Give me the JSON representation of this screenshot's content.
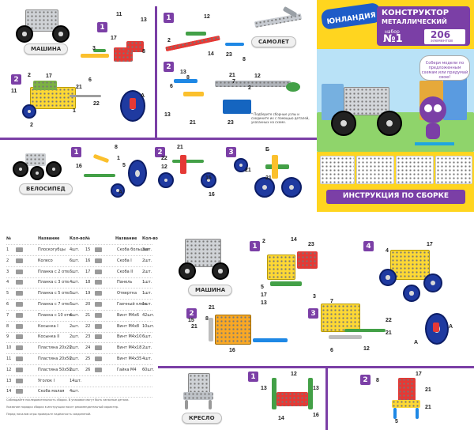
{
  "top_left": {
    "step_numbers": [
      "1",
      "2",
      "1",
      "2",
      "3"
    ],
    "model_car_label": "МАШИНА",
    "model_plane_label": "САМОЛЕТ",
    "model_bike_label": "ВЕЛОСИПЕД",
    "callouts_car": [
      "11",
      "17",
      "13",
      "8",
      "3",
      "2",
      "17",
      "11",
      "22",
      "21",
      "2",
      "6",
      "1",
      "А"
    ],
    "callouts_plane": [
      "12",
      "2",
      "14",
      "23",
      "8",
      "13",
      "21",
      "7",
      "12",
      "6",
      "8",
      "21",
      "13",
      "23",
      "2"
    ],
    "callouts_bike": [
      "8",
      "1",
      "16",
      "5",
      "21",
      "22",
      "12",
      "15",
      "21",
      "21",
      "Б",
      "16",
      "А"
    ],
    "note_text": "* Подберите сборные узлы и соедините их с помощью деталей, указанных на схеме."
  },
  "cover": {
    "brand": "ЮНЛАНДИЯ",
    "title_line1": "КОНСТРУКТОР",
    "title_line2": "МЕТАЛЛИЧЕСКИЙ",
    "set_label": "набор",
    "set_number": "№1",
    "count": "206",
    "count_label": "элементов",
    "speech": "Собери модели по предложенным схемам или придумай свою!",
    "banner": "ИНСТРУКЦИЯ ПО СБОРКЕ"
  },
  "parts_table": {
    "headers": [
      "№",
      "Название",
      "Кол-во",
      "№",
      "Название",
      "Кол-во"
    ],
    "left": [
      {
        "n": "1",
        "name": "Плоскогубцы",
        "qty": "4шт."
      },
      {
        "n": "2",
        "name": "Колесо",
        "qty": "6шт."
      },
      {
        "n": "3",
        "name": "Планка с 2 отв.",
        "qty": "6шт."
      },
      {
        "n": "4",
        "name": "Планка с 3 отв.",
        "qty": "4шт."
      },
      {
        "n": "5",
        "name": "Планка с 5 отв.",
        "qty": "6шт."
      },
      {
        "n": "6",
        "name": "Планка с 7 отв.",
        "qty": "6шт."
      },
      {
        "n": "7",
        "name": "Планка с 10 отв.",
        "qty": "4шт."
      },
      {
        "n": "8",
        "name": "Косынка I",
        "qty": "2шт."
      },
      {
        "n": "9",
        "name": "Косынка II",
        "qty": "2шт."
      },
      {
        "n": "10",
        "name": "Пластина 20х20",
        "qty": "2шт."
      },
      {
        "n": "11",
        "name": "Пластина 20х50",
        "qty": "2шт."
      },
      {
        "n": "12",
        "name": "Пластина 50х50",
        "qty": "2шт."
      },
      {
        "n": "13",
        "name": "Уголок I",
        "qty": "14шт."
      },
      {
        "n": "14",
        "name": "Скоба малая",
        "qty": "4шт."
      }
    ],
    "right": [
      {
        "n": "15",
        "name": "Скоба большая",
        "qty": "3шт."
      },
      {
        "n": "16",
        "name": "Скоба I",
        "qty": "2шт."
      },
      {
        "n": "17",
        "name": "Скоба II",
        "qty": "2шт."
      },
      {
        "n": "18",
        "name": "Панель",
        "qty": "1шт."
      },
      {
        "n": "19",
        "name": "Отвертка",
        "qty": "1шт."
      },
      {
        "n": "20",
        "name": "Гаечный ключ",
        "qty": "1шт."
      },
      {
        "n": "21",
        "name": "Винт М4х6",
        "qty": "42шт."
      },
      {
        "n": "22",
        "name": "Винт М4х8",
        "qty": "10шт."
      },
      {
        "n": "23",
        "name": "Винт М4х10",
        "qty": "6шт."
      },
      {
        "n": "24",
        "name": "Винт М4х18",
        "qty": "2шт."
      },
      {
        "n": "25",
        "name": "Винт М4х35",
        "qty": "4шт."
      },
      {
        "n": "26",
        "name": "Гайка М4",
        "qty": "60шт."
      }
    ],
    "notes": [
      "Соблюдайте последовательность сборки. В упаковке могут быть запасные детали.",
      "Указание порядка сборки в инструкции носит рекомендательный характер.",
      "Перед началом игры проверьте надёжность соединений."
    ]
  },
  "bottom_right": {
    "step_numbers": [
      "1",
      "2",
      "3",
      "4",
      "1",
      "2"
    ],
    "model_car2_label": "МАШИНА",
    "model_chair_label": "КРЕСЛО",
    "callouts_car2": [
      "2",
      "14",
      "23",
      "3",
      "4",
      "17",
      "21",
      "8",
      "21",
      "15",
      "5",
      "17",
      "13",
      "16",
      "7",
      "22",
      "12",
      "21",
      "6",
      "А",
      "А"
    ],
    "callouts_chair": [
      "13",
      "12",
      "13",
      "14",
      "16",
      "5",
      "17",
      "8",
      "21",
      "21"
    ]
  }
}
